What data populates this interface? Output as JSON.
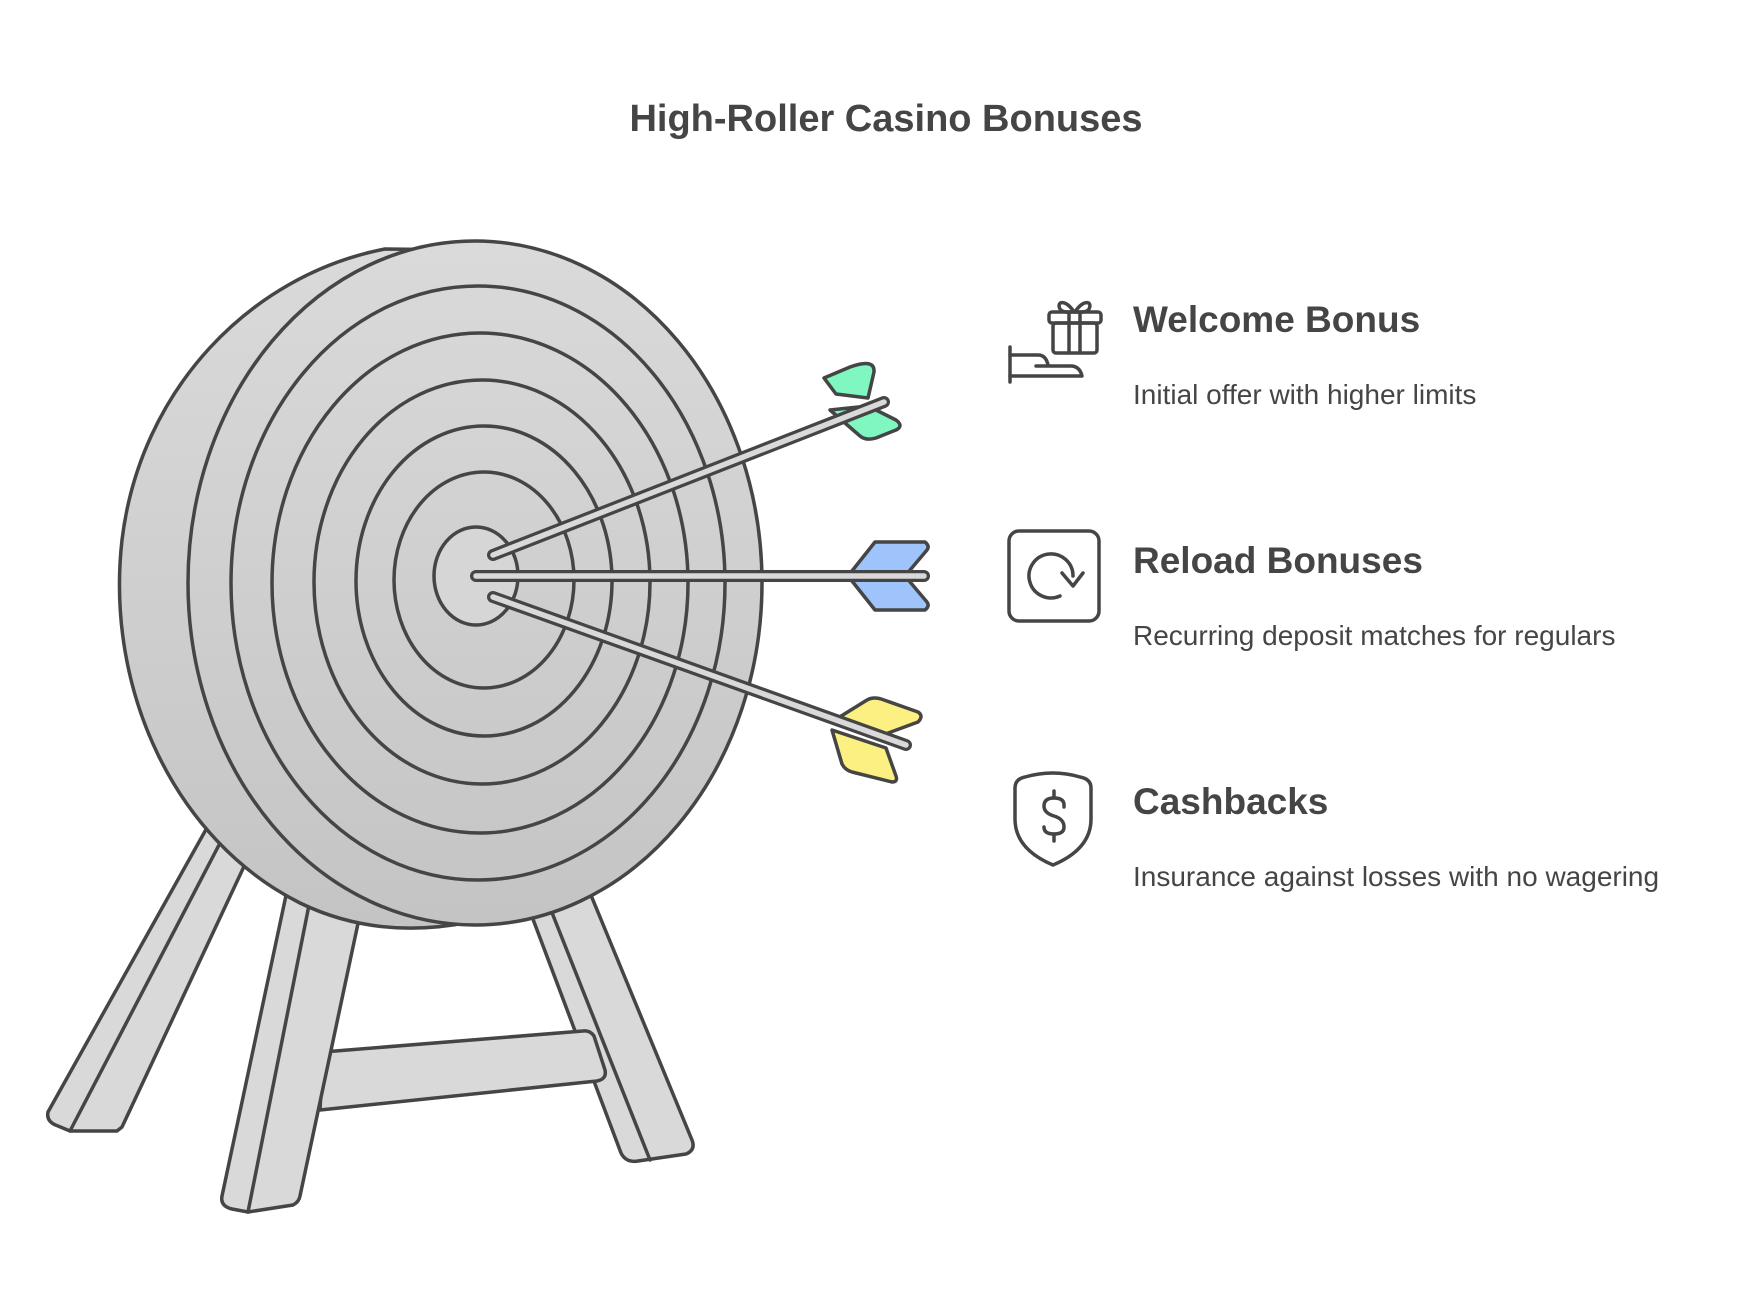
{
  "title": "High-Roller Casino Bonuses",
  "colors": {
    "stroke": "#454545",
    "target_fill": "#d6d6d6",
    "arrow_green": "#80f7c0",
    "arrow_blue": "#9ec4fb",
    "arrow_yellow": "#fdf083"
  },
  "illustration": {
    "subject": "archery target on easel with three arrows in bullseye",
    "arrows": [
      {
        "color": "green",
        "points_to": "Welcome Bonus"
      },
      {
        "color": "blue",
        "points_to": "Reload Bonuses"
      },
      {
        "color": "yellow",
        "points_to": "Cashbacks"
      }
    ]
  },
  "items": [
    {
      "icon": "hand-gift-icon",
      "label": "Welcome Bonus",
      "description": "Initial offer with higher limits"
    },
    {
      "icon": "refresh-square-icon",
      "label": "Reload Bonuses",
      "description": "Recurring deposit matches for regulars"
    },
    {
      "icon": "shield-dollar-icon",
      "label": "Cashbacks",
      "description": "Insurance against losses with no wagering"
    }
  ]
}
